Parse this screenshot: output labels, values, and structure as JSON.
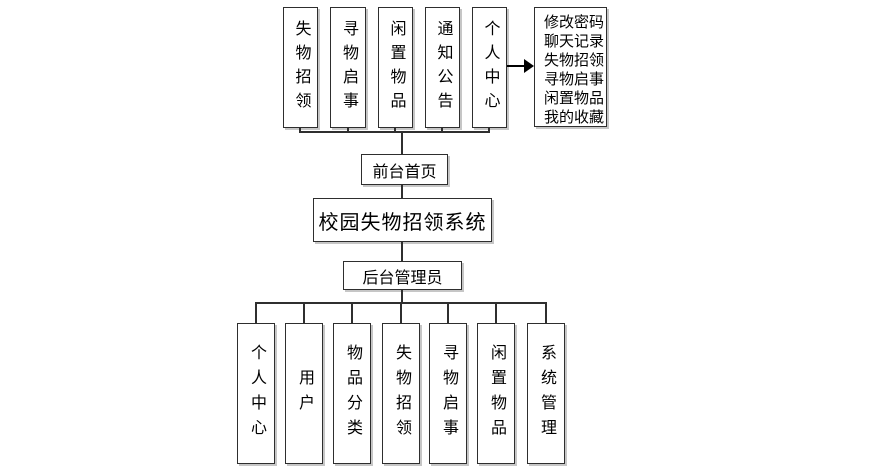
{
  "diagram": {
    "root": "校园失物招领系统",
    "front_page": "前台首页",
    "admin": "后台管理员",
    "front_modules": [
      "失物招领",
      "寻物启事",
      "闲置物品",
      "通知公告",
      "个人中心"
    ],
    "personal_center_menu": [
      "修改密码",
      "聊天记录",
      "失物招领",
      "寻物启事",
      "闲置物品",
      "我的收藏"
    ],
    "admin_modules": [
      "个人中心",
      "用户",
      "物品分类",
      "失物招领",
      "寻物启事",
      "闲置物品",
      "系统管理"
    ],
    "colors": {
      "background": "#ffffff",
      "box_fill": "#ffffff",
      "box_border": "#2e2e2e",
      "connector": "#2f2f2f",
      "arrow": "#000000",
      "text": "#000000"
    }
  }
}
